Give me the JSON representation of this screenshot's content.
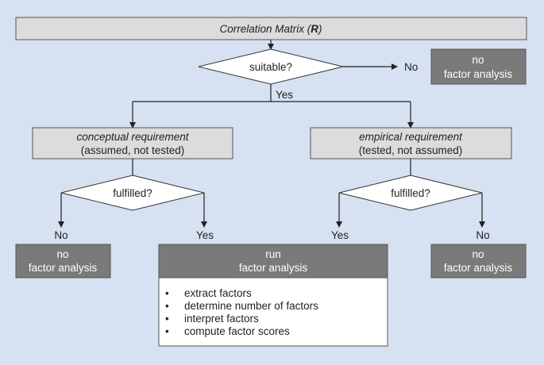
{
  "root": {
    "title": "Correlation Matrix (",
    "title_symbol": "R",
    "title_close": ")"
  },
  "decision_top": {
    "question": "suitable?",
    "no_label": "No",
    "yes_label": "Yes"
  },
  "outcome_top_no": {
    "line1": "no",
    "line2": "factor analysis"
  },
  "left_branch": {
    "title": "conceptual requirement",
    "subtitle": "(assumed, not tested)",
    "question": "fulfilled?",
    "no_label": "No",
    "yes_label": "Yes",
    "no_outcome": {
      "line1": "no",
      "line2": "factor analysis"
    }
  },
  "right_branch": {
    "title": "empirical requirement",
    "subtitle": "(tested, not assumed)",
    "question": "fulfilled?",
    "yes_label": "Yes",
    "no_label": "No",
    "no_outcome": {
      "line1": "no",
      "line2": "factor analysis"
    }
  },
  "run_box": {
    "line1": "run",
    "line2": "factor analysis",
    "bullet": "•",
    "steps": [
      "extract factors",
      "determine number of factors",
      "interpret factors",
      "compute factor scores"
    ]
  },
  "colors": {
    "background": "#d6e1f1",
    "light_box": "#dcdcdc",
    "dark_box": "#7a7a7a",
    "white": "#ffffff"
  }
}
